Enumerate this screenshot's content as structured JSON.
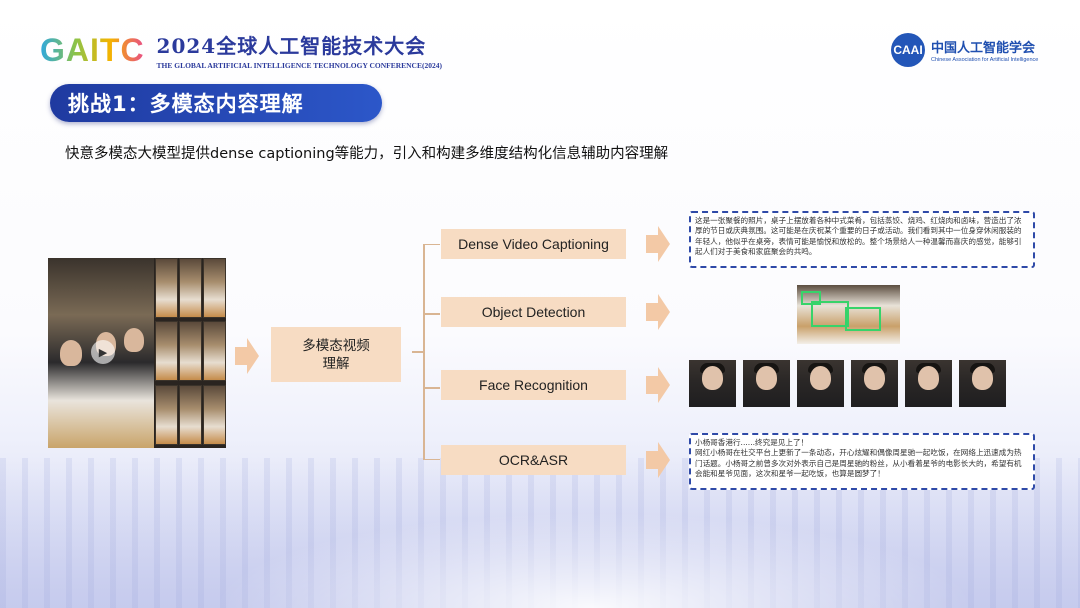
{
  "header": {
    "logo_text": "GAITC",
    "conference_title": "2024全球人工智能技术大会",
    "conference_subtitle": "THE GLOBAL ARTIFICIAL INTELLIGENCE TECHNOLOGY CONFERENCE(2024)",
    "caai_mark": "CAAI",
    "caai_name_cn": "中国人工智能学会",
    "caai_name_en": "Chinese Association for Artificial Intelligence"
  },
  "slide": {
    "title": "挑战1：多模态内容理解",
    "subtitle": "快意多模态大模型提供dense captioning等能力，引入和构建多维度结构化信息辅助内容理解"
  },
  "diagram": {
    "input_image": "collage-video-frames",
    "core_box_label": "多模态视频\n理解",
    "tasks": [
      {
        "label": "Dense Video Captioning"
      },
      {
        "label": "Object Detection"
      },
      {
        "label": "Face Recognition"
      },
      {
        "label": "OCR&ASR"
      }
    ],
    "outputs": {
      "caption_text": "这是一张聚餐的照片，桌子上摆放着各种中式菜肴，包括蒸饺、烧鸡、红烧肉和卤味，营造出了浓厚的节日或庆典氛围。这可能是在庆祝某个重要的日子或活动。我们看到其中一位身穿休闲服装的年轻人，他似乎在桌旁，表情可能是愉悦和放松的。整个场景给人一种温馨而喜庆的感觉，能够引起人们对于美食和家庭聚会的共鸣。",
      "ocr_asr_line1": "小杨哥香港行......终究是见上了！",
      "ocr_asr_text": "网红小杨哥在社交平台上更新了一条动态，开心炫耀和偶像周星驰一起吃饭，在网络上迅速成为热门话题。小杨哥之前曾多次对外表示自己是周星驰的粉丝，从小看着星爷的电影长大的，希望有机会能和星爷见面，这次和星爷一起吃饭，也算是圆梦了！"
    },
    "colors": {
      "task_box": "#f7dcc3",
      "arrow": "#f3c9a6",
      "dashed_border": "#2f4aa8",
      "banner": "#1f3aa0"
    }
  }
}
